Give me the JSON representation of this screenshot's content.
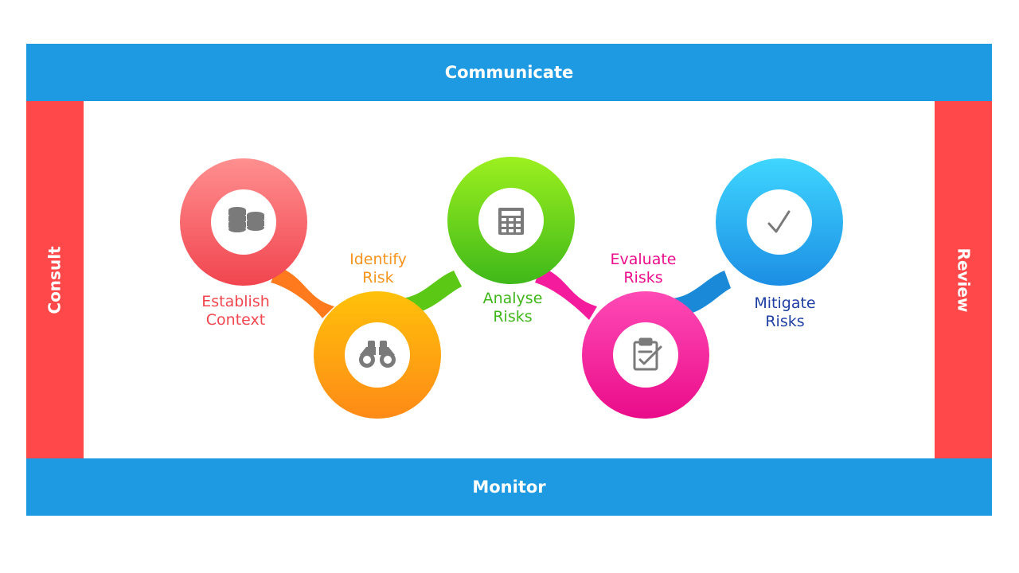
{
  "frame": {
    "top": "Communicate",
    "bottom": "Monitor",
    "left": "Consult",
    "right": "Review"
  },
  "colors": {
    "frame_blue": "#1e9ae2",
    "frame_red": "#fe4849",
    "establish": "#f2464f",
    "identify": "#f7941d",
    "analyse": "#3fb619",
    "evaluate": "#ec0d8b",
    "mitigate": "#1f3fa2",
    "icon_gray": "#7a7a7a"
  },
  "steps": [
    {
      "line1": "Establish",
      "line2": "Context",
      "icon": "coins-icon"
    },
    {
      "line1": "Identify",
      "line2": "Risk",
      "icon": "binoculars-icon"
    },
    {
      "line1": "Analyse",
      "line2": "Risks",
      "icon": "calculator-icon"
    },
    {
      "line1": "Evaluate",
      "line2": "Risks",
      "icon": "clipboard-check-icon"
    },
    {
      "line1": "Mitigate",
      "line2": "Risks",
      "icon": "checkmark-icon"
    }
  ]
}
